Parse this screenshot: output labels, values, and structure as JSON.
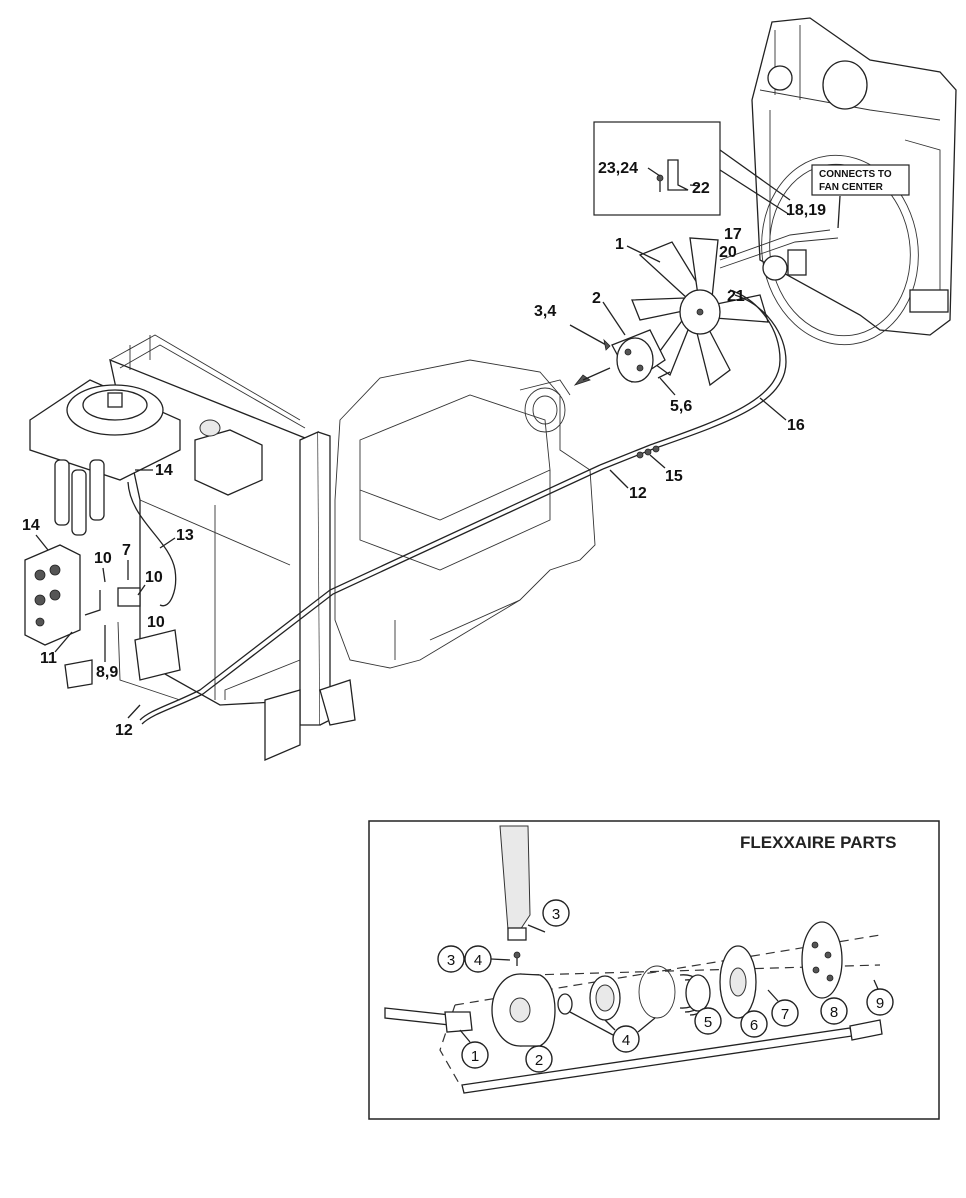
{
  "main_callouts": [
    {
      "id": "c1",
      "text": "1"
    },
    {
      "id": "c2",
      "text": "2"
    },
    {
      "id": "c34",
      "text": "3,4"
    },
    {
      "id": "c56",
      "text": "5,6"
    },
    {
      "id": "c16",
      "text": "16"
    },
    {
      "id": "c15",
      "text": "15"
    },
    {
      "id": "c12a",
      "text": "12"
    },
    {
      "id": "c12b",
      "text": "12"
    },
    {
      "id": "c13",
      "text": "13"
    },
    {
      "id": "c14a",
      "text": "14"
    },
    {
      "id": "c14b",
      "text": "14"
    },
    {
      "id": "c10a",
      "text": "10"
    },
    {
      "id": "c7",
      "text": "7"
    },
    {
      "id": "c10b",
      "text": "10"
    },
    {
      "id": "c10c",
      "text": "10"
    },
    {
      "id": "c11",
      "text": "11"
    },
    {
      "id": "c89",
      "text": "8,9"
    },
    {
      "id": "c17",
      "text": "17"
    },
    {
      "id": "c20",
      "text": "20"
    },
    {
      "id": "c21",
      "text": "21"
    },
    {
      "id": "c1819",
      "text": "18,19"
    },
    {
      "id": "c2324",
      "text": "23,24"
    },
    {
      "id": "c22",
      "text": "22"
    }
  ],
  "connects_note": {
    "line1": "CONNECTS TO",
    "line2": "FAN CENTER"
  },
  "flexxaire": {
    "title": "FLEXXAIRE PARTS",
    "callouts": [
      {
        "id": "f3top",
        "text": "3"
      },
      {
        "id": "f3",
        "text": "3"
      },
      {
        "id": "f4left",
        "text": "4"
      },
      {
        "id": "f1",
        "text": "1"
      },
      {
        "id": "f2",
        "text": "2"
      },
      {
        "id": "f4",
        "text": "4"
      },
      {
        "id": "f5",
        "text": "5"
      },
      {
        "id": "f6",
        "text": "6"
      },
      {
        "id": "f7",
        "text": "7"
      },
      {
        "id": "f8",
        "text": "8"
      },
      {
        "id": "f9",
        "text": "9"
      }
    ]
  }
}
